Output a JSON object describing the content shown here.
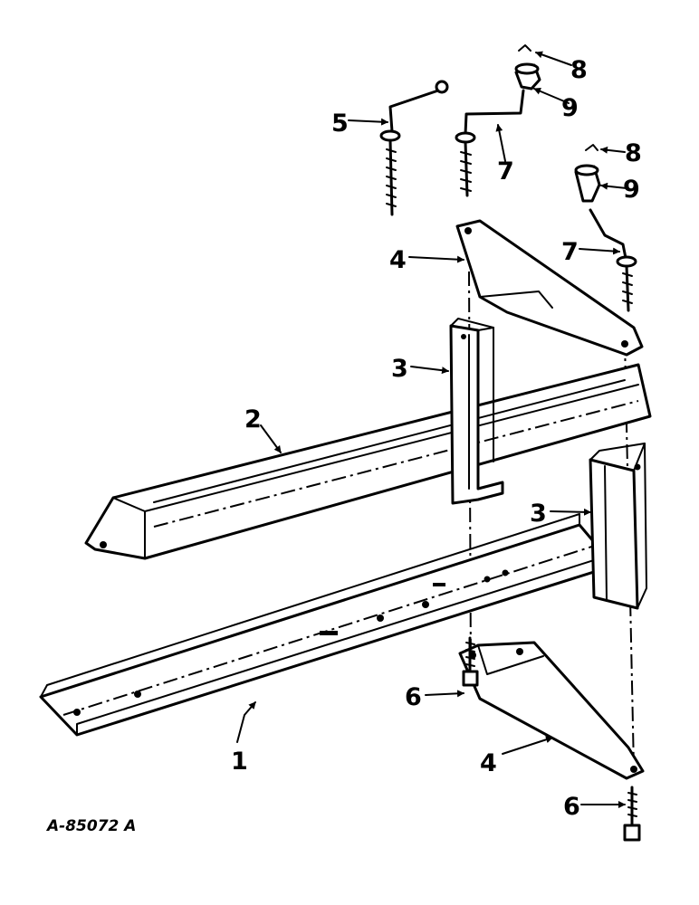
{
  "callouts": {
    "part_1": "1",
    "part_2": "2",
    "part_3_upper": "3",
    "part_3_lower": "3",
    "part_4_upper": "4",
    "part_4_lower": "4",
    "part_5": "5",
    "part_6_upper": "6",
    "part_6_lower": "6",
    "part_7_left": "7",
    "part_7_right": "7",
    "part_8_left": "8",
    "part_8_right": "8",
    "part_9_left": "9",
    "part_9_right": "9"
  },
  "figure_number": "A-85072 A"
}
